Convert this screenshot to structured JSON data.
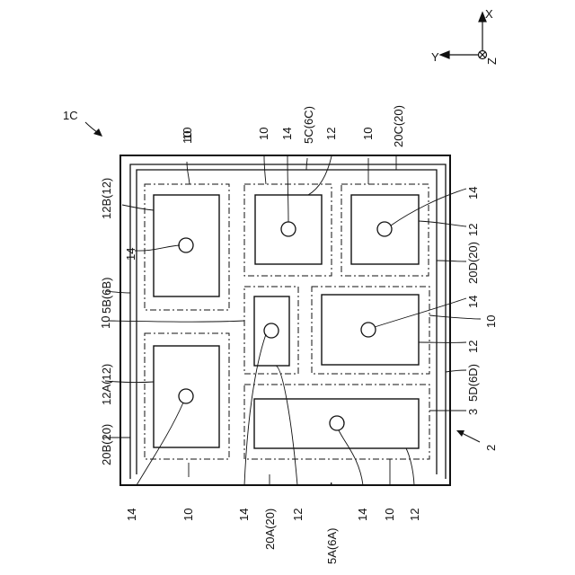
{
  "figure": {
    "label": "1C",
    "board_label": "2",
    "axes": {
      "x": "X",
      "y": "Y",
      "z": "Z"
    },
    "left_labels": [
      "14",
      "12B(12)",
      "10",
      "5B(6B)",
      "10",
      "12A(12)",
      "20B(20)",
      "14",
      "10"
    ],
    "top_labels": [
      "10",
      "10",
      "14",
      "5C(6C)",
      "12",
      "10",
      "20C(20)"
    ],
    "right_labels": [
      "14",
      "12",
      "20D(20)",
      "14",
      "10",
      "12",
      "5D(6D)",
      "3"
    ],
    "bottom_labels": [
      "14",
      "20A(20)",
      "12",
      "5A(6A)",
      "14",
      "10",
      "12"
    ]
  },
  "colors": {
    "line": "#111111",
    "background": "#ffffff"
  },
  "icons": [
    "arrow-icon",
    "axis-icon"
  ]
}
